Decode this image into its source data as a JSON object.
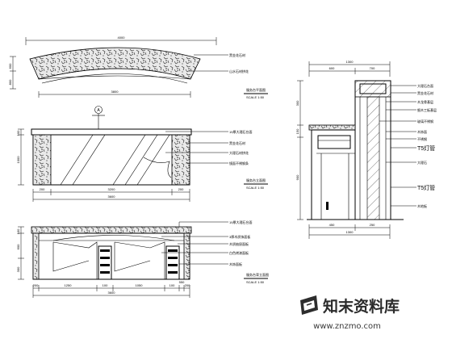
{
  "plan": {
    "top_dim": "4000",
    "left_dims": [
      "600",
      "800"
    ],
    "bottom_dim": "3800",
    "labels": [
      "黑金花石材",
      "山水石材拼花"
    ],
    "title": "服务台平面图",
    "scale": "SCALE 1:50"
  },
  "front": {
    "marker": "A",
    "left_dims": [
      "100",
      "1000"
    ],
    "bottom_dims": [
      "200",
      "3200",
      "200"
    ],
    "total": "3600",
    "labels": [
      "19厚大理石台面",
      "黑金花石材",
      "大理石材拼花",
      "镜面不锈钢条"
    ],
    "title": "服务台立面图",
    "scale": "SCALE 1:50"
  },
  "back": {
    "left_dims": [
      "100",
      "600",
      "300"
    ],
    "bottom_dims": [
      "200",
      "1250",
      "100",
      "1050",
      "100",
      "550",
      "200"
    ],
    "total": "3600",
    "labels": [
      "19厚大理石台面",
      "3厚木质饰面板",
      "木质抽屉面板",
      "白色烤漆面板",
      "木饰面板"
    ],
    "title": "服务台背立面图",
    "scale": "SCALE 1:50"
  },
  "section": {
    "top_dims": [
      "600",
      "700"
    ],
    "total_top": "1300",
    "left_dims": [
      "300",
      "150",
      "900"
    ],
    "bottom_dims": [
      "450",
      "250"
    ],
    "total_bottom": "1300",
    "labels": [
      "大理石台面",
      "黑金花石材",
      "木龙骨基层",
      "细木工板基层",
      "玻璃不锈钢",
      "木饰面",
      "不锈钢",
      "T5灯管",
      "大理石",
      "T5灯管",
      "木地板"
    ]
  },
  "watermark": {
    "brand": "知末资料库",
    "url": "www.znzmo.com"
  }
}
